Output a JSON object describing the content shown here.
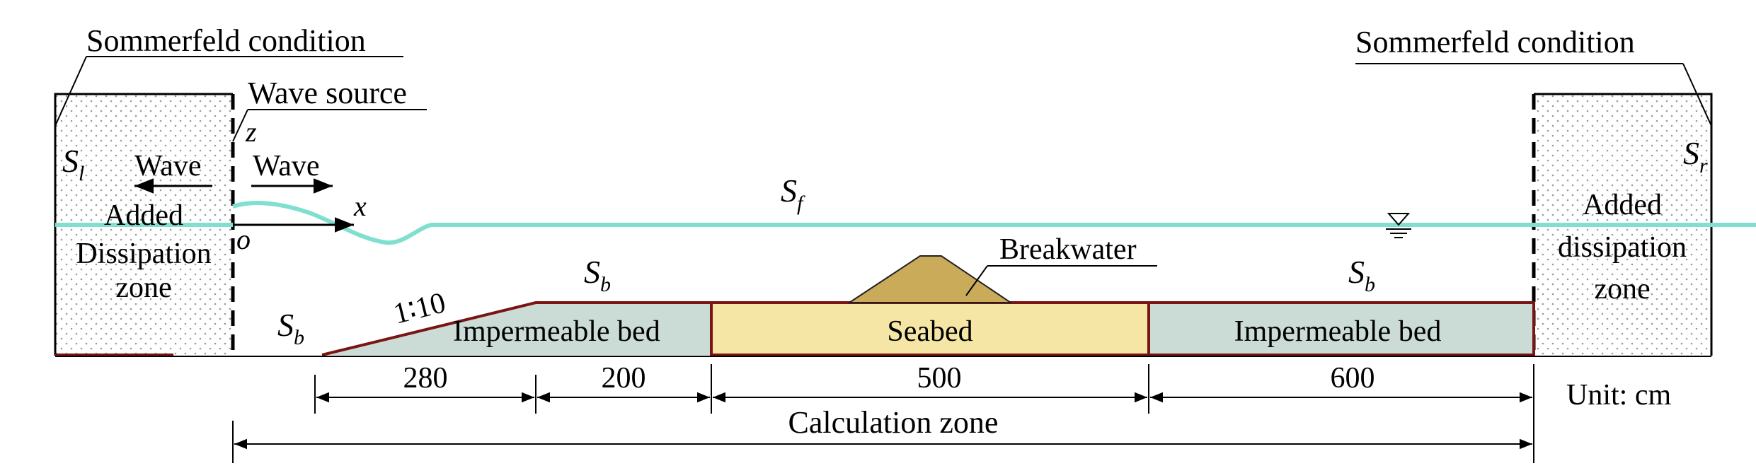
{
  "labels": {
    "sommerfeld_left": "Sommerfeld condition",
    "sommerfeld_right": "Sommerfeld condition",
    "wave_source": "Wave source",
    "wave_left": "Wave",
    "wave_right": "Wave",
    "axis_z": "z",
    "axis_x": "x",
    "origin": "o",
    "added_left": [
      "Added",
      "Dissipation",
      "zone"
    ],
    "added_right": [
      "Added",
      "dissipation",
      "zone"
    ],
    "slope": "1∶10",
    "breakwater": "Breakwater",
    "impermeable_left": "Impermeable bed",
    "seabed": "Seabed",
    "impermeable_right": "Impermeable bed",
    "unit": "Unit: cm",
    "calculation_zone": "Calculation zone"
  },
  "boundaries": {
    "s_l": {
      "main": "S",
      "sub": "l"
    },
    "s_r": {
      "main": "S",
      "sub": "r"
    },
    "s_f": {
      "main": "S",
      "sub": "f"
    },
    "s_b_left": {
      "main": "S",
      "sub": "b"
    },
    "s_b_mid": {
      "main": "S",
      "sub": "b"
    },
    "s_b_right": {
      "main": "S",
      "sub": "b"
    }
  },
  "dimensions": [
    "280",
    "200",
    "500",
    "600"
  ],
  "colors": {
    "water": "#7fe0cf",
    "impermeable_fill": "#cbdcd6",
    "seabed_fill": "#f6e6a6",
    "breakwater_fill": "#c9ab5a",
    "bed_line": "#7a1515",
    "outline": "#000000"
  }
}
